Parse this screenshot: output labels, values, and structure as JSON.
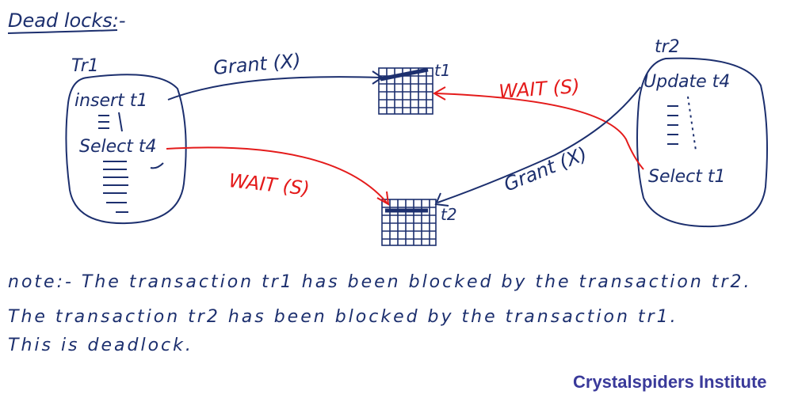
{
  "heading": "Dead locks:-",
  "transactions": {
    "tr1": {
      "label": "Tr1",
      "ops": [
        "insert t1",
        "Select t4"
      ]
    },
    "tr2": {
      "label": "tr2",
      "ops": [
        "Update t4",
        "Select t1"
      ]
    }
  },
  "tables": {
    "t1": "t1",
    "t2": "t2"
  },
  "edges": {
    "grant_tr1": "Grant (X)",
    "wait_tr1": "WAIT (S)",
    "grant_tr2": "Grant (X)",
    "wait_tr2": "WAIT (S)"
  },
  "notes": [
    "note:- The transaction tr1 has been blocked by the transaction tr2.",
    "The transaction tr2 has been blocked by the transaction tr1.",
    "This is deadlock."
  ],
  "brand": "Crystalspiders Institute",
  "colors": {
    "ink": "#1c2f6e",
    "red": "#e41b1b",
    "brand": "#3a3a9a"
  }
}
